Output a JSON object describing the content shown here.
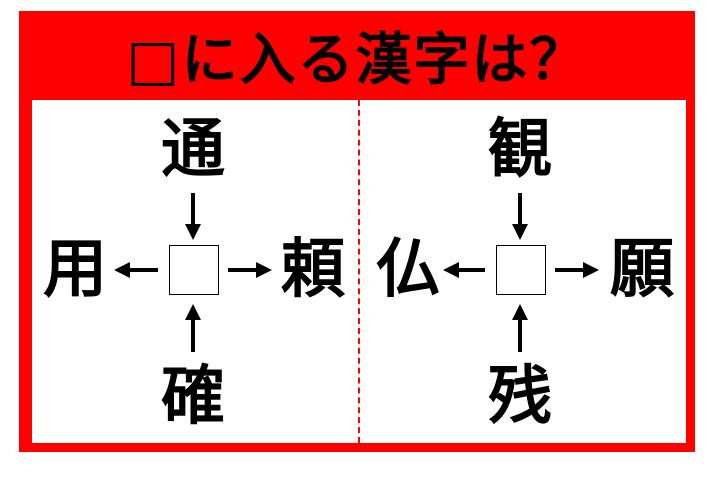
{
  "title": "□に入る漢字は？",
  "puzzles": [
    {
      "top": "通",
      "left": "用",
      "right": "頼",
      "bottom": "確"
    },
    {
      "top": "観",
      "left": "仏",
      "right": "願",
      "bottom": "残"
    }
  ],
  "colors": {
    "frame": "#ff0000",
    "text": "#000000"
  }
}
